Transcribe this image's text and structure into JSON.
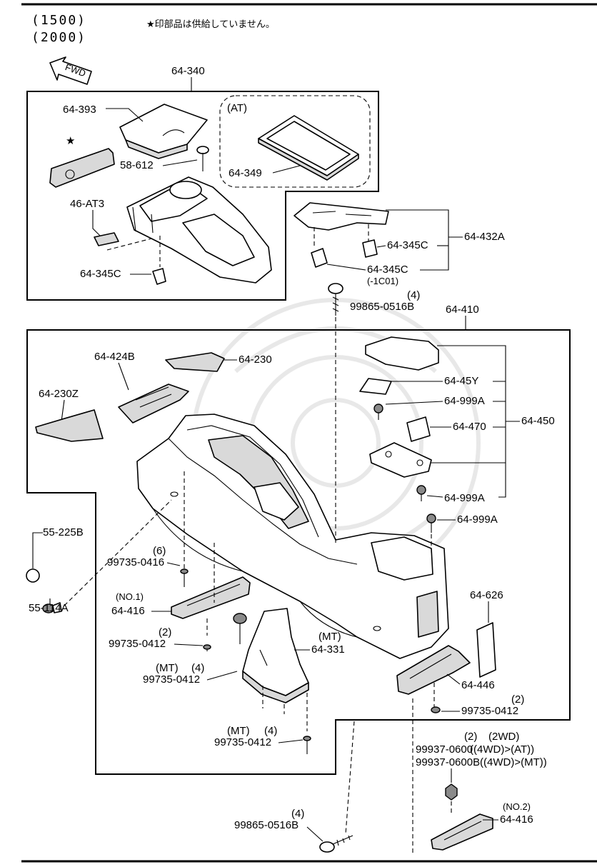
{
  "header": {
    "code1": "(1500)",
    "code2": "(2000)",
    "note": "★印部品は供給していません。",
    "fwd": "FWD"
  },
  "labels": {
    "p64_340": "64-340",
    "p64_393": "64-393",
    "star": "★",
    "p58_612": "58-612",
    "p46_at3": "46-AT3",
    "p64_345c_a": "64-345C",
    "at": "(AT)",
    "p64_349": "64-349",
    "p64_345c_b": "64-345C",
    "p64_432a": "64-432A",
    "p64_345c_c": "64-345C",
    "p64_345c_c_note": "(-1C01)",
    "qty4_a": "(4)",
    "p99865_0516b_a": "99865-0516B",
    "p64_410": "64-410",
    "p64_424b": "64-424B",
    "p64_230": "64-230",
    "p64_230z": "64-230Z",
    "p64_45y": "64-45Y",
    "p64_999a_a": "64-999A",
    "p64_470": "64-470",
    "p64_450": "64-450",
    "p64_999a_b": "64-999A",
    "p64_999a_c": "64-999A",
    "p55_225b": "55-225B",
    "p55_114a": "55-114A",
    "qty6": "(6)",
    "p99735_0416": "99735-0416",
    "no1": "(NO.1)",
    "p64_416_a": "64-416",
    "qty2_a": "(2)",
    "p99735_0412_a": "99735-0412",
    "mt_a": "(MT)",
    "qty4_b": "(4)",
    "p99735_0412_b": "99735-0412",
    "mt_b": "(MT)",
    "p64_331": "64-331",
    "p64_626": "64-626",
    "p64_446": "64-446",
    "qty2_b": "(2)",
    "p99735_0412_c": "99735-0412",
    "mt_c": "(MT)",
    "qty4_c": "(4)",
    "p99735_0412_d": "99735-0412",
    "qty2_c": "(2)",
    "wd2": "(2WD)",
    "p99937_0600": "99937-0600",
    "p99937_0600_note": "((4WD)>(AT))",
    "p99937_0600b": "99937-0600B",
    "p99937_0600b_note": "((4WD)>(MT))",
    "no2": "(NO.2)",
    "p64_416_b": "64-416",
    "qty4_d": "(4)",
    "p99865_0516b_b": "99865-0516B"
  }
}
